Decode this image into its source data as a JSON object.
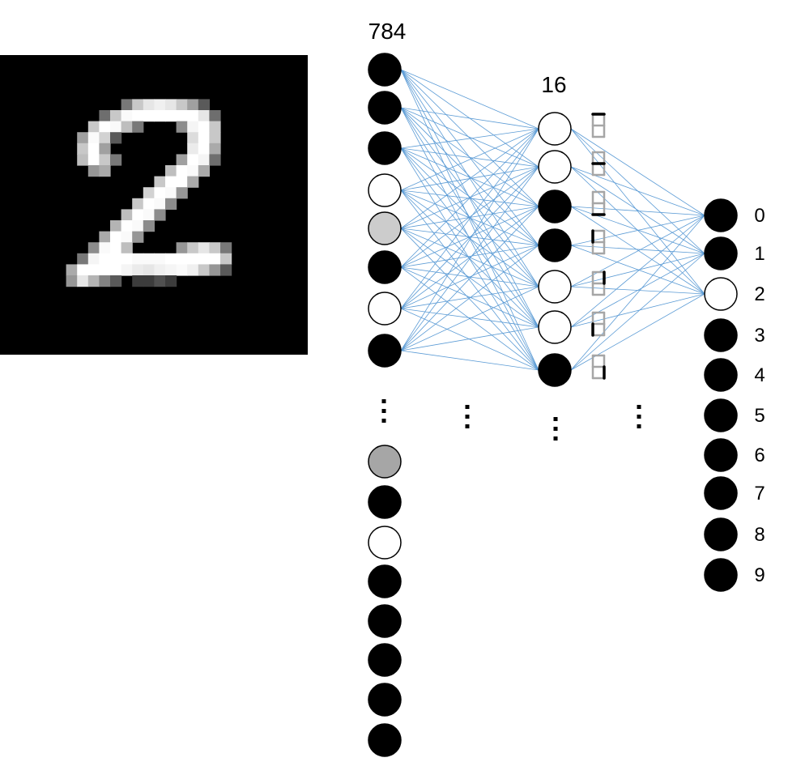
{
  "input_layer": {
    "count_label": "784",
    "nodes_top": [
      1,
      1,
      1,
      0,
      0.2,
      1,
      0,
      1
    ],
    "nodes_bottom": [
      0.35,
      1,
      0,
      1,
      1,
      1,
      1,
      1
    ]
  },
  "hidden_layer": {
    "count_label": "16",
    "nodes": [
      0,
      0,
      1,
      1,
      0,
      0,
      1
    ],
    "segment_icons": [
      "top",
      "middle",
      "bottom",
      "upper-left",
      "upper-right",
      "lower-left",
      "lower-right"
    ]
  },
  "output_layer": {
    "labels": [
      "0",
      "1",
      "2",
      "3",
      "4",
      "5",
      "6",
      "7",
      "8",
      "9"
    ],
    "nodes": [
      1,
      1,
      0,
      1,
      1,
      1,
      1,
      1,
      1,
      1
    ]
  },
  "input_image": {
    "digit": "2"
  },
  "colors": {
    "connection": "#5b9bd5",
    "active_segment": "#000000",
    "inactive_segment": "#a6a6a6",
    "node_stroke": "#000000"
  }
}
